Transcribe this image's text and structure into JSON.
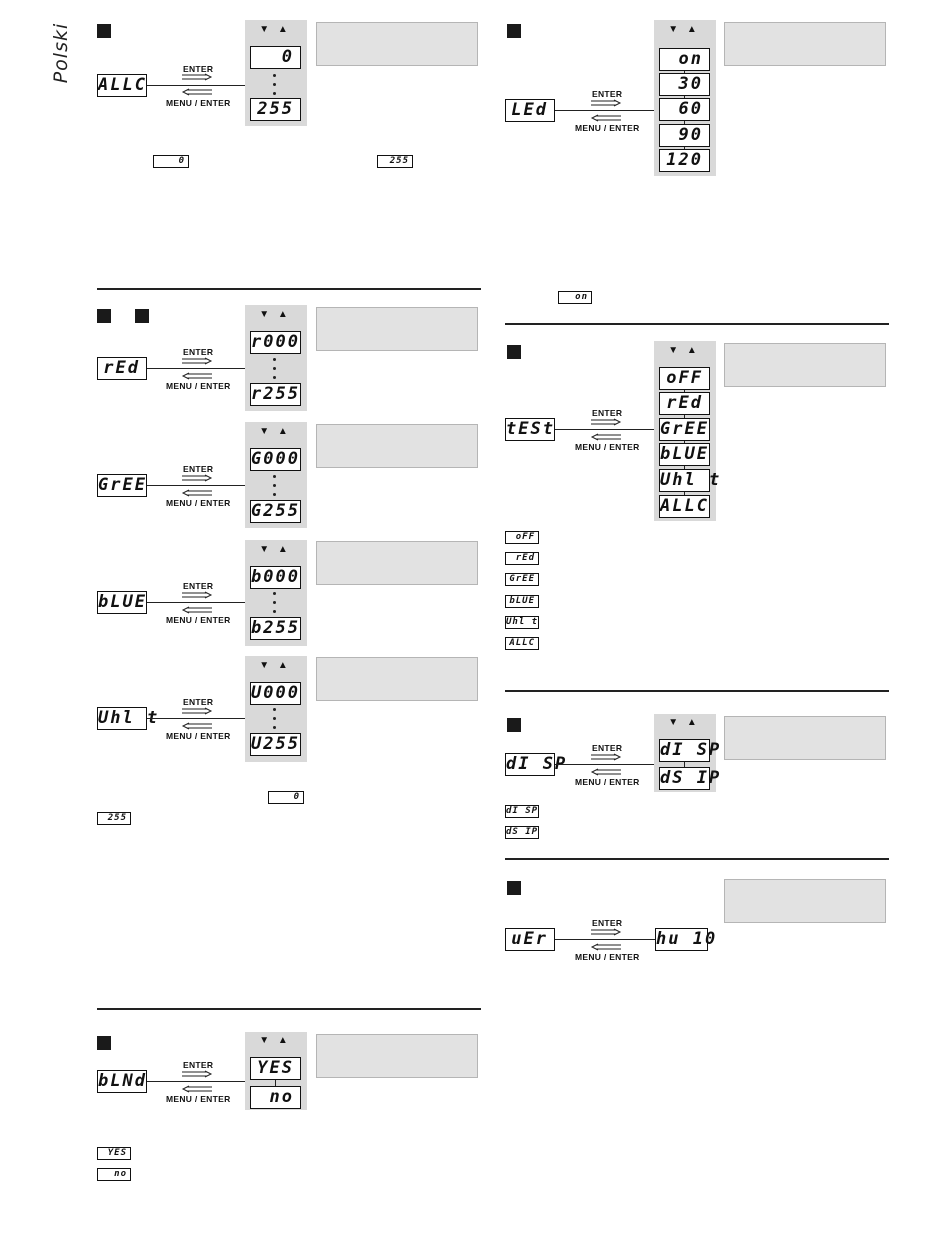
{
  "page": {
    "language_label": "Polski",
    "enter_label": "ENTER",
    "menu_enter_label": "MENU / ENTER",
    "nav_arrows": "▼ ▲"
  },
  "sections": {
    "allc": {
      "code": "ALLC",
      "values": [
        "0",
        "255"
      ],
      "range_min": "0",
      "range_max": "255"
    },
    "red": {
      "code": "rEd",
      "values": [
        "r000",
        "r255"
      ]
    },
    "gree": {
      "code": "GrEE",
      "values": [
        "G000",
        "G255"
      ]
    },
    "blue": {
      "code": "bLUE",
      "values": [
        "b000",
        "b255"
      ]
    },
    "whit": {
      "code": "Uhl t",
      "values": [
        "U000",
        "U255"
      ],
      "range_min": "0",
      "range_max": "255"
    },
    "blnd": {
      "code": "bLNd",
      "values": [
        "YES",
        "no"
      ],
      "legend": [
        "YES",
        "no"
      ]
    },
    "led": {
      "code": "LEd",
      "values": [
        "on",
        "30",
        "60",
        "90",
        "120"
      ],
      "default": "on"
    },
    "test": {
      "code": "tESt",
      "values": [
        "oFF",
        "rEd",
        "GrEE",
        "bLUE",
        "Uhl t",
        "ALLC"
      ],
      "legend": [
        "oFF",
        "rEd",
        "GrEE",
        "bLUE",
        "Uhl t",
        "ALLC"
      ]
    },
    "disp": {
      "code": "dI SP",
      "values": [
        "dI SP",
        "dS IP"
      ],
      "legend": [
        "dI SP",
        "dS IP"
      ]
    },
    "ver": {
      "code": "uEr",
      "value": "hu 10"
    }
  }
}
